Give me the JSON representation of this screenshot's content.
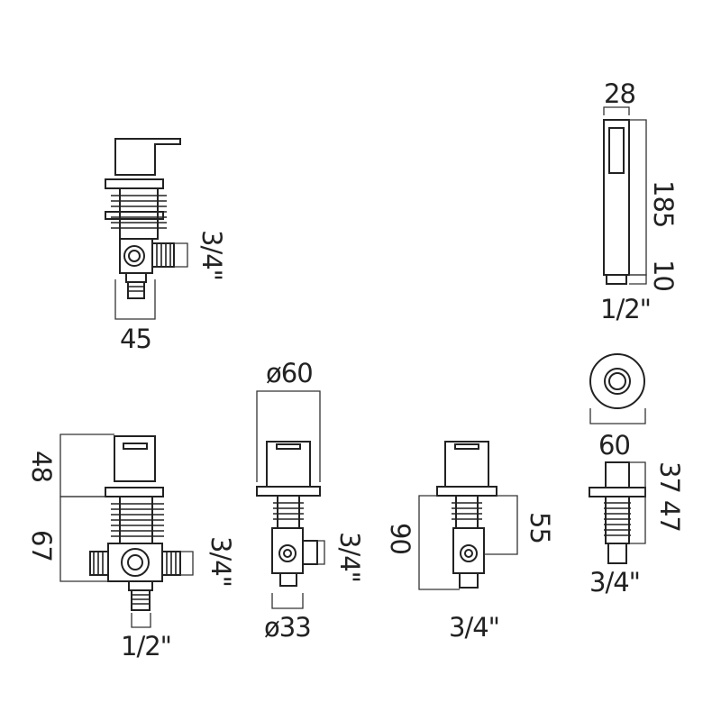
{
  "diagram": {
    "type": "technical-dimension-drawing",
    "line_color": "#222222",
    "background": "#ffffff",
    "labels": {
      "valve1_side_thread": "3/4\"",
      "valve1_width": "45",
      "handset_width": "28",
      "handset_length": "185",
      "handset_neck": "10",
      "handset_thread": "1/2\"",
      "valve2_top": "48",
      "valve2_body": "67",
      "valve2_side_thread": "3/4\"",
      "valve2_bottom_thread": "1/2\"",
      "spout_plate_diameter": "ø60",
      "spout_side_thread": "3/4\"",
      "spout_base_diameter": "ø33",
      "valve4_height": "90",
      "valve4_body": "55",
      "valve4_bottom_thread": "3/4\"",
      "outlet_diameter": "60",
      "outlet_height_1": "37",
      "outlet_height_2": "47",
      "outlet_thread": "3/4\""
    }
  }
}
